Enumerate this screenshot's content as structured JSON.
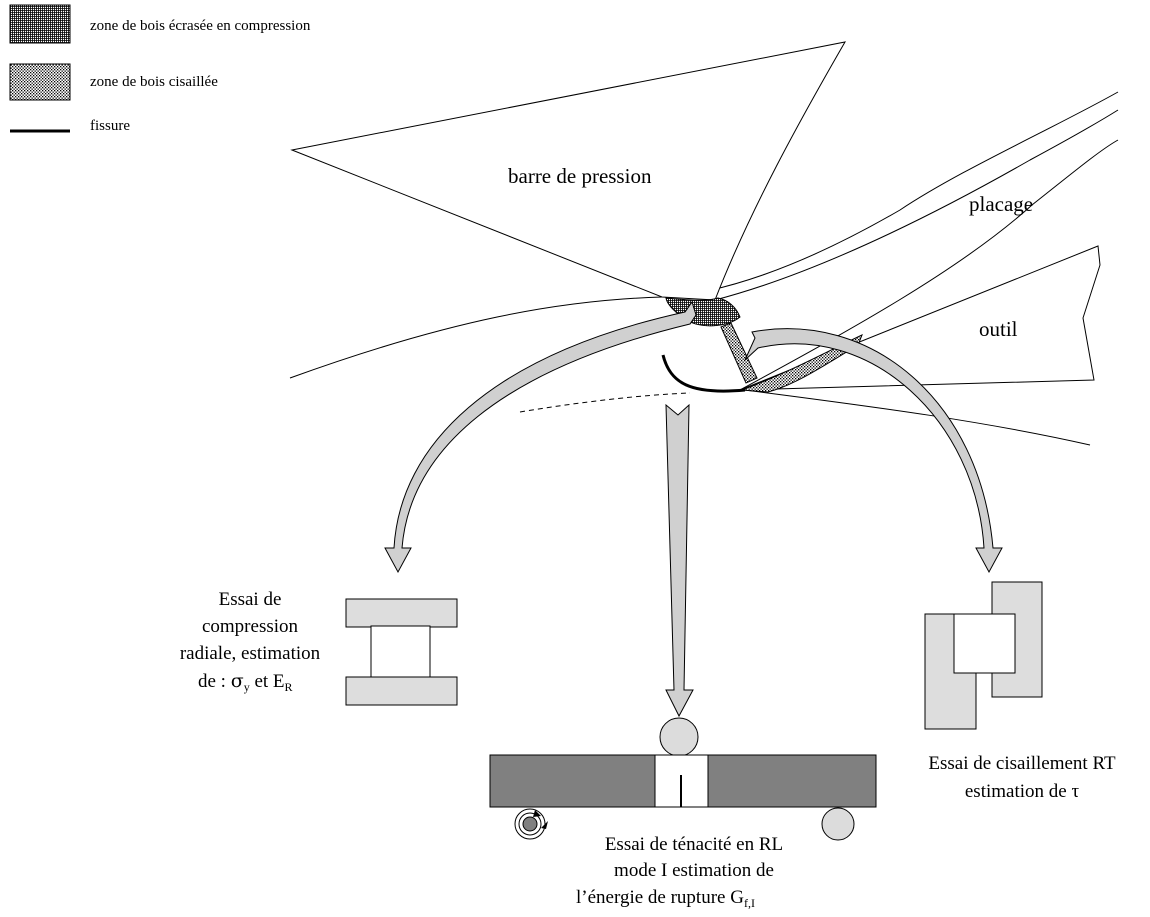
{
  "legend": {
    "compression_zone": "zone de bois écrasée en compression",
    "shear_zone": "zone de bois cisaillée",
    "crack": "fissure"
  },
  "labels": {
    "pressure_bar": "barre de pression",
    "veneer": "placage",
    "tool": "outil"
  },
  "compression_test": {
    "line1": "Essai de",
    "line2": "compression",
    "line3": "radiale, estimation",
    "line4_prefix": "de : ",
    "sigma": "σ",
    "sigma_sub": "y",
    "and": " et E",
    "e_sub": "R"
  },
  "toughness_test": {
    "line1": "Essai de ténacité en RL",
    "line2": "mode I estimation de",
    "line3": "l’énergie de rupture G",
    "g_sub": "f,I"
  },
  "shear_test": {
    "line1": "Essai de cisaillement RT",
    "line2": "estimation de τ"
  },
  "colors": {
    "arrow_fill": "#d0d0d0",
    "sample_fill": "#dddddd",
    "beam_fill": "#808080",
    "roller_fill": "#dcdcdc"
  }
}
